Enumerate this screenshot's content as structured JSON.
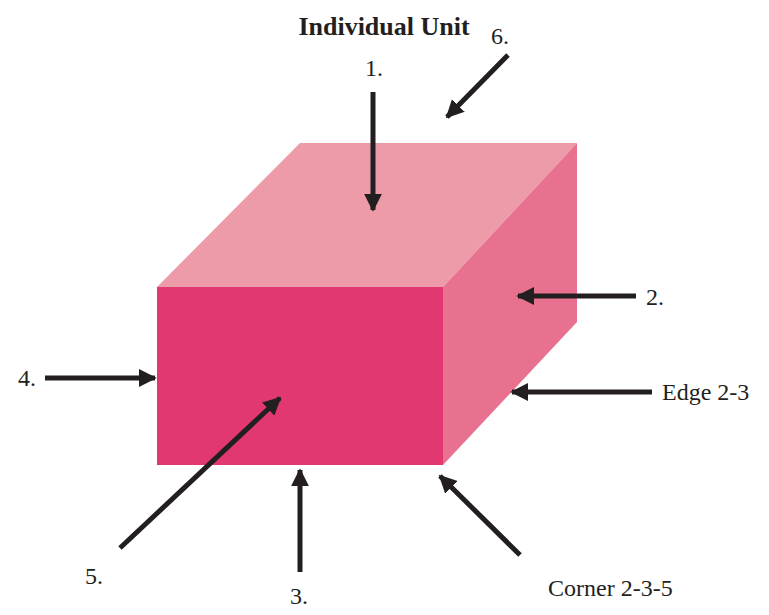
{
  "diagram": {
    "title": "Individual Unit",
    "labels": [
      "1.",
      "6.",
      "2.",
      "Edge 2-3",
      "Corner 2-3-5",
      "3.",
      "5.",
      "4."
    ]
  }
}
